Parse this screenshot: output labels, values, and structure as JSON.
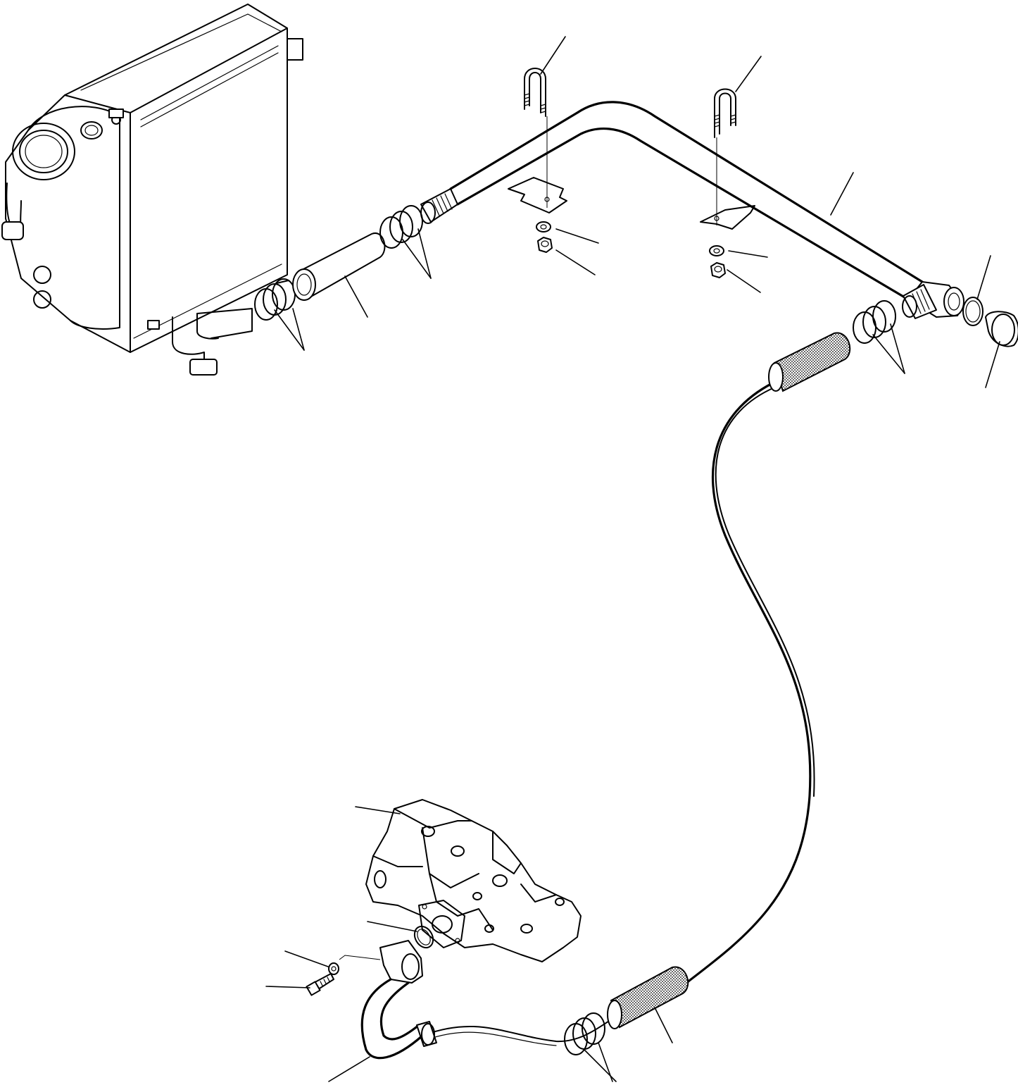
{
  "diagram": {
    "parts": [
      {
        "id": "oil-cooler",
        "label": ""
      },
      {
        "id": "tube-upper",
        "label": ""
      },
      {
        "id": "hose-short",
        "label": ""
      },
      {
        "id": "hose-lower",
        "label": ""
      },
      {
        "id": "hose-long",
        "label": ""
      },
      {
        "id": "hydraulic-pump",
        "label": ""
      },
      {
        "id": "elbow-flange",
        "label": ""
      },
      {
        "id": "o-ring",
        "label": ""
      },
      {
        "id": "bolt",
        "label": ""
      },
      {
        "id": "washer",
        "label": ""
      },
      {
        "id": "u-bolt",
        "label": ""
      },
      {
        "id": "clamp-plate",
        "label": ""
      },
      {
        "id": "nut",
        "label": ""
      },
      {
        "id": "plug",
        "label": ""
      }
    ],
    "callouts_count": 19
  }
}
